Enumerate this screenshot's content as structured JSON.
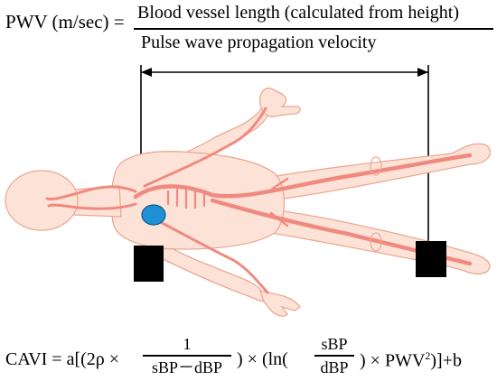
{
  "pwv_formula": {
    "lhs": "PWV (m/sec) =",
    "numerator": "Blood vessel length (calculated from height)",
    "denominator": "Pulse wave propagation velocity"
  },
  "cavi_formula": {
    "lhs": "CAVI = a[(2ρ ×",
    "frac1_num": "1",
    "frac1_den": "sBP－dBP",
    "mid": ") × (ln(",
    "frac2_num": "sBP",
    "frac2_den": "dBP",
    "tail_before_sup": ") × PWV",
    "sup": "2",
    "tail_after_sup": ")]+b"
  },
  "colors": {
    "skin": "#fde3d7",
    "skin_outline": "#e9a894",
    "artery": "#f08a80",
    "heart_sensor": "#1e90d6",
    "cuff": "#000000"
  },
  "icons": [
    "human-body-figure",
    "heart-sensor-icon",
    "arm-cuff-icon",
    "ankle-cuff-icon"
  ]
}
